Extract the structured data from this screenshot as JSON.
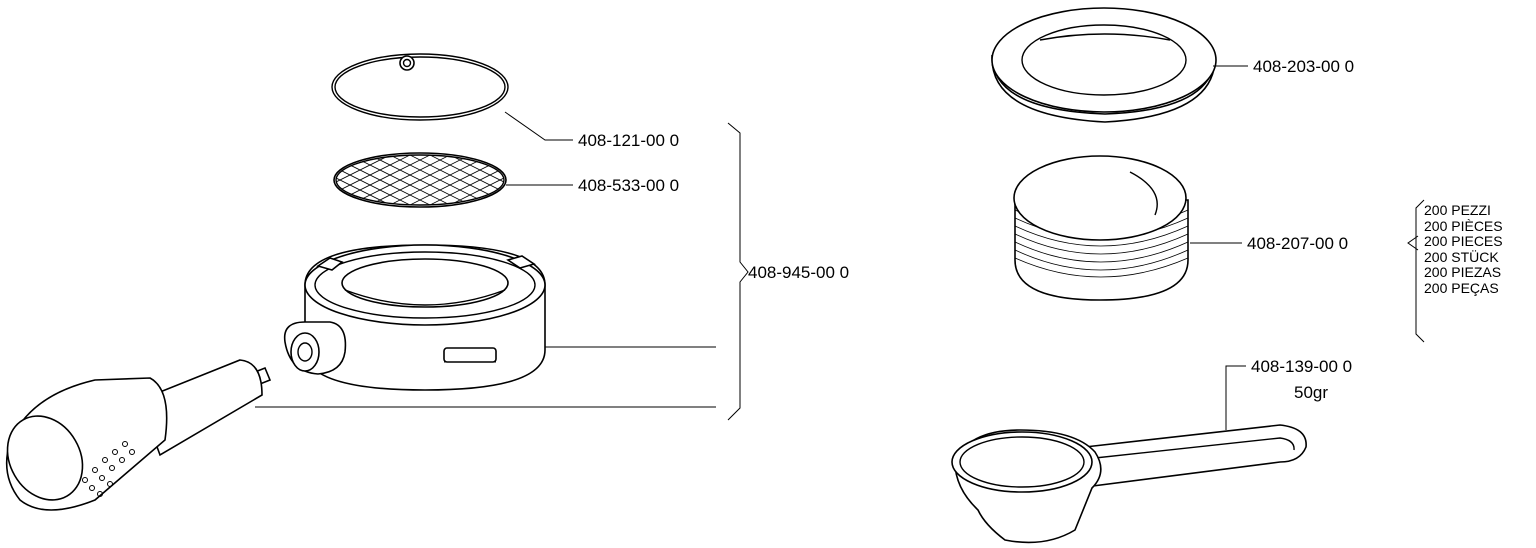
{
  "parts": {
    "spring_ring": "408-121-00 0",
    "filter_screen": "408-533-00 0",
    "holder_assembly": "408-945-00 0",
    "gasket": "408-203-00 0",
    "filter_papers": "408-207-00 0",
    "measuring_scoop": "408-139-00 0",
    "scoop_capacity": "50gr"
  },
  "filter_paper_quantity": [
    "200 PEZZI",
    "200 PIÈCES",
    "200 PIECES",
    "200 STÜCK",
    "200 PIEZAS",
    "200 PEÇAS"
  ]
}
